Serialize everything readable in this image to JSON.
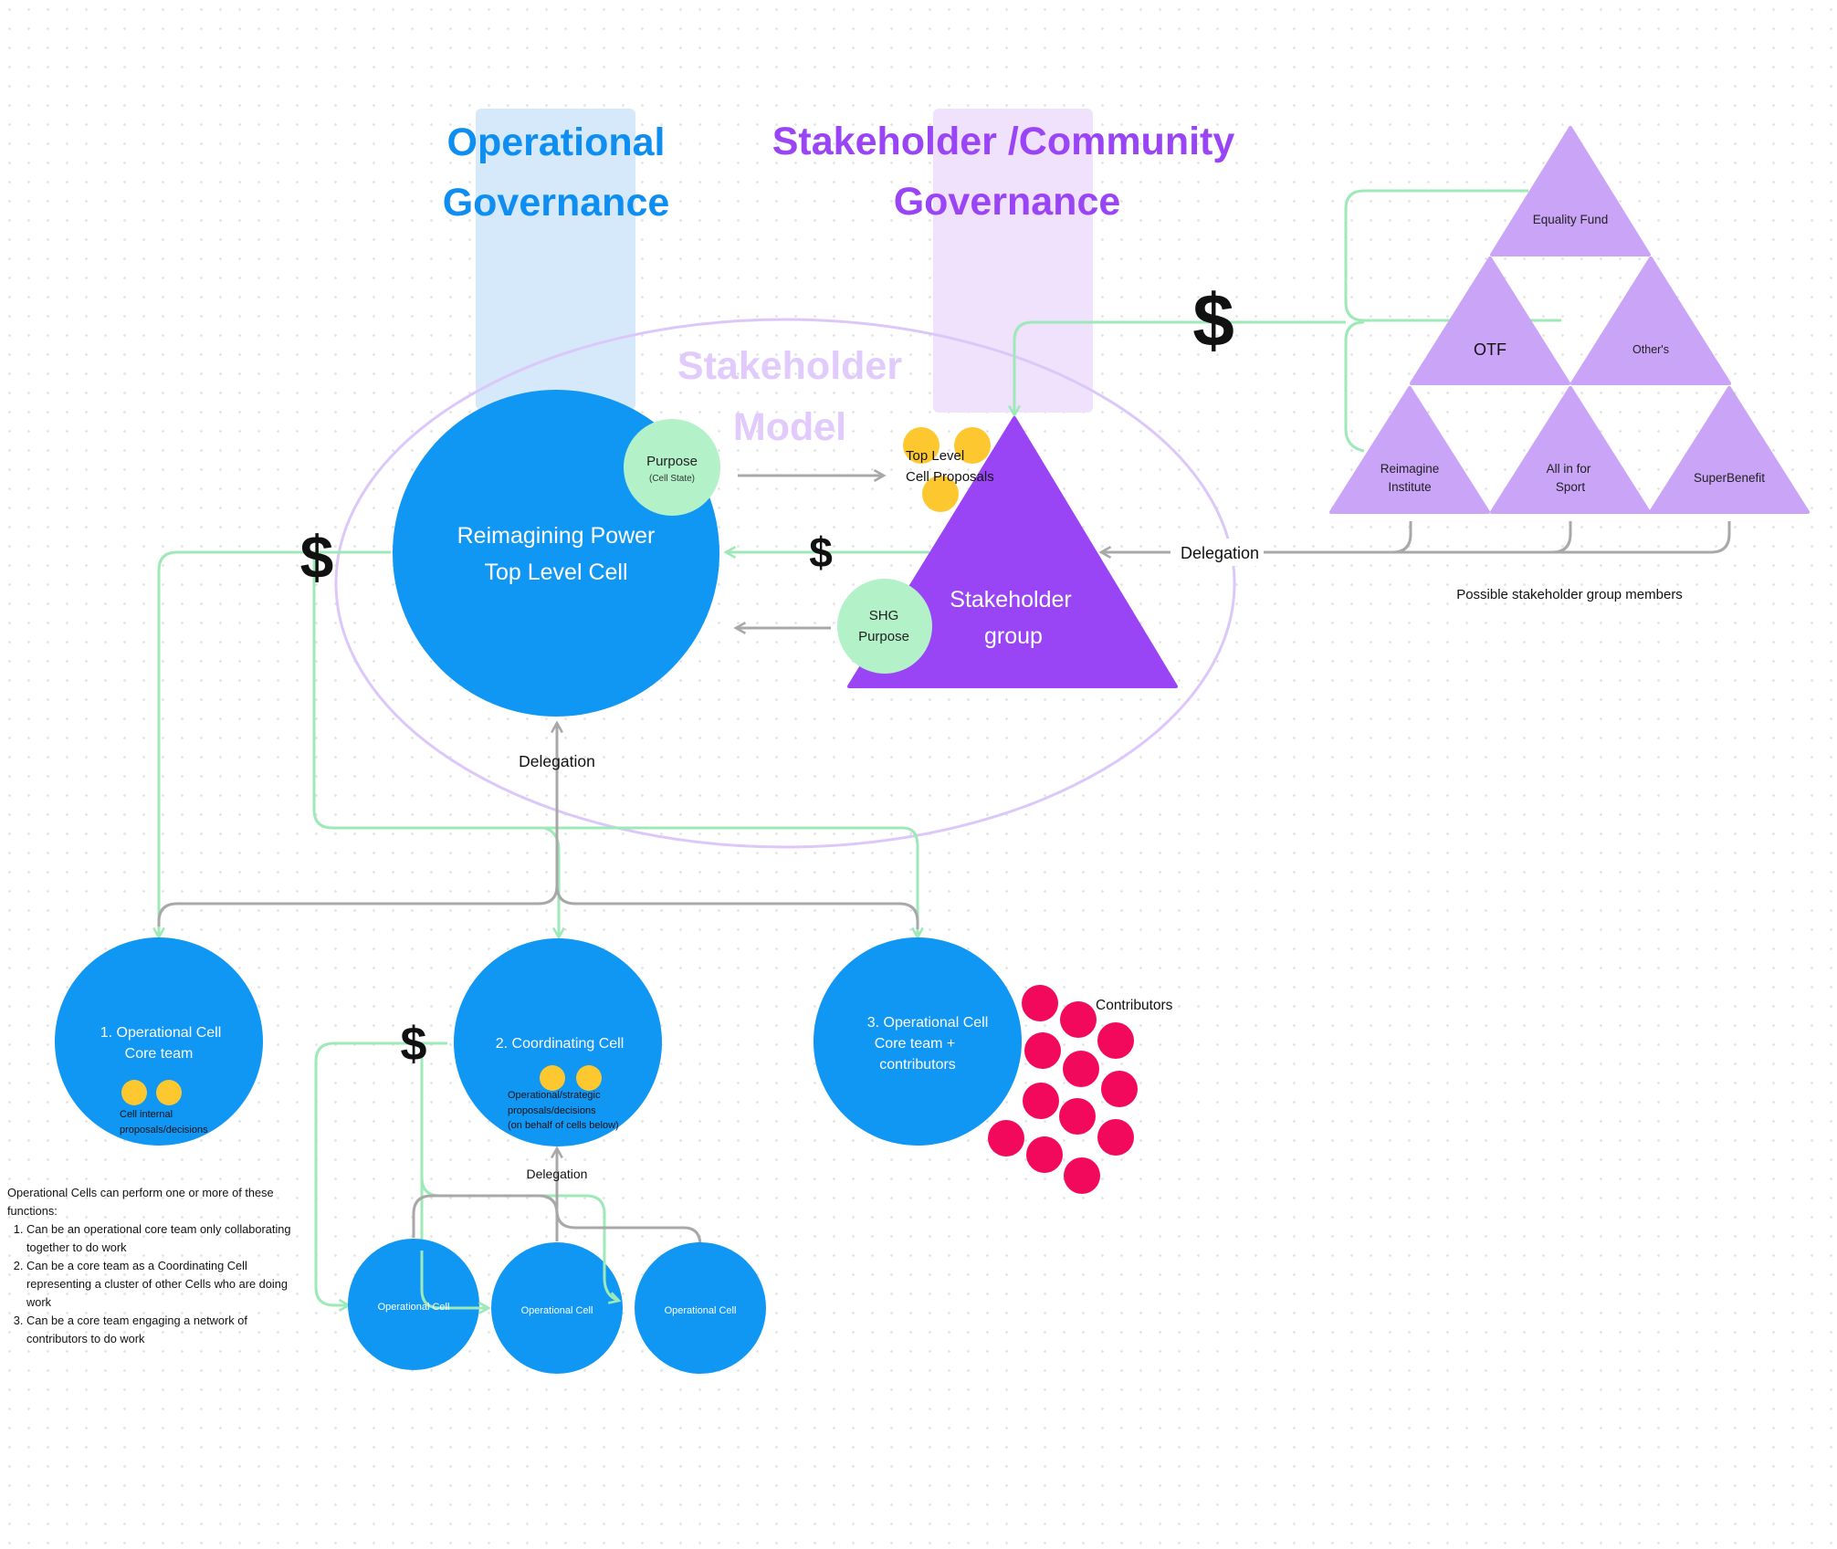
{
  "headings": {
    "operational_line1": "Operational",
    "operational_line2": "Governance",
    "stakeholder_line1": "Stakeholder /Community",
    "stakeholder_line2": "Governance",
    "model_line1": "Stakeholder",
    "model_line2": "Model"
  },
  "top_cell": {
    "line1": "Reimagining Power",
    "line2": "Top Level Cell",
    "purpose_label": "Purpose",
    "purpose_sub": "(Cell State)"
  },
  "proposals": {
    "line1": "Top Level",
    "line2": "Cell Proposals"
  },
  "stakeholder_group": {
    "line1": "Stakeholder",
    "line2": "group",
    "shg_line1": "SHG",
    "shg_line2": "Purpose"
  },
  "members": {
    "equality_fund": "Equality Fund",
    "otf": "OTF",
    "others": "Other's",
    "reimagine_line1": "Reimagine",
    "reimagine_line2": "Institute",
    "allin_line1": "All in for",
    "allin_line2": "Sport",
    "superbenefit": "SuperBenefit",
    "caption": "Possible stakeholder group members"
  },
  "labels": {
    "delegation_main": "Delegation",
    "delegation_right": "Delegation",
    "delegation_small": "Delegation",
    "dollar": "$",
    "contributors": "Contributors"
  },
  "cells": {
    "op1_line1": "1. Operational Cell",
    "op1_line2": "Core team",
    "op1_note1": "Cell internal",
    "op1_note2": "proposals/decisions",
    "coord_line1": "2. Coordinating Cell",
    "coord_note1": "Operational/strategic",
    "coord_note2": "proposals/decisions",
    "coord_note3": "(on behalf of cells below)",
    "op3_line1": "3. Operational Cell",
    "op3_line2": "Core team +",
    "op3_line3": "contributors",
    "small_cell_1": "Operational Cell",
    "small_cell_2": "Operational Cell",
    "small_cell_3": "Operational Cell"
  },
  "notes": {
    "intro": "Operational Cells can perform one or more of these functions:",
    "items": [
      "Can be an operational core team only collaborating together to do work",
      "Can be a core team as a Coordinating Cell representing a cluster of other Cells who are doing work",
      "Can be a core team engaging a network of contributors to do work"
    ]
  },
  "colors": {
    "cell_blue": "#1096f3",
    "heading_blue": "#0d8ef0",
    "stakeholder_purple": "#9a45f5",
    "member_lilac": "#c9a4f7",
    "purpose_green": "#b3f1c8",
    "flow_green": "#9de9b8",
    "delegation_gray": "#a8a8a8",
    "proposal_yellow": "#fdc82f",
    "contributor_pink": "#f3095c",
    "ellipse_lavender": "#dcc7fb"
  }
}
